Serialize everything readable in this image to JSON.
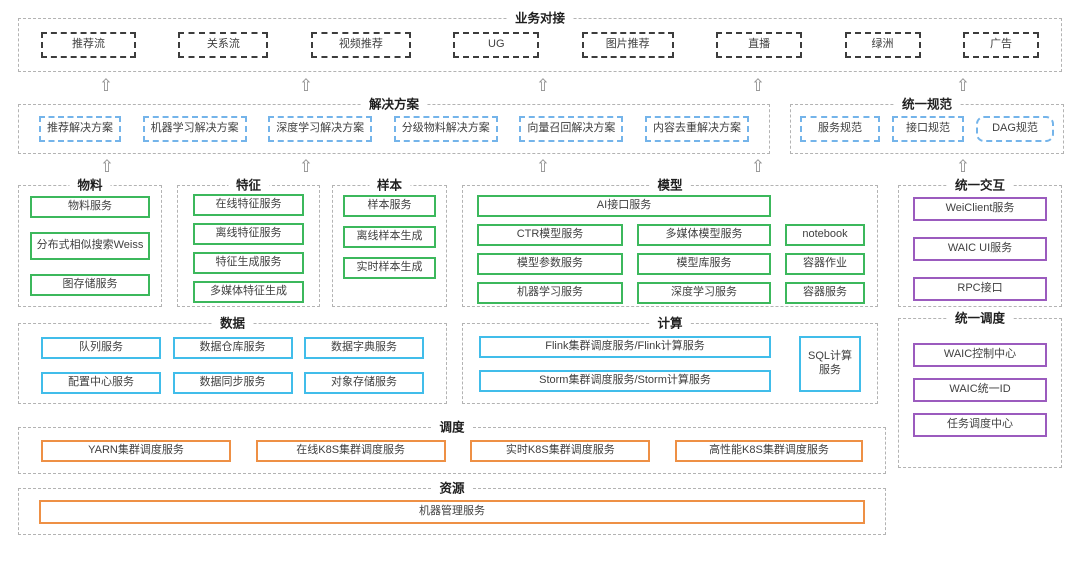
{
  "icons": {
    "up_arrow": "⇧"
  },
  "colors": {
    "green": "#3cb85c",
    "blue": "#41bdea",
    "purple": "#9b5bbe",
    "orange": "#ee9045",
    "blue_dashed": "#74b4ea",
    "dark_dashed": "#3d3d3d",
    "container_dashed": "#b3b3b3"
  },
  "layers": {
    "biz": {
      "label": "业务对接",
      "items": [
        "推荐流",
        "关系流",
        "视频推荐",
        "UG",
        "图片推荐",
        "直播",
        "绿洲",
        "广告"
      ]
    },
    "solutions": {
      "label": "解决方案",
      "items": [
        "推荐解决方案",
        "机器学习解决方案",
        "深度学习解决方案",
        "分级物料解决方案",
        "向量召回解决方案",
        "内容去重解决方案"
      ]
    },
    "spec": {
      "label": "统一规范",
      "items": [
        "服务规范",
        "接口规范",
        "DAG规范"
      ]
    },
    "material": {
      "label": "物料",
      "items": [
        "物料服务",
        "分布式相似搜索Weiss",
        "图存储服务"
      ]
    },
    "feature": {
      "label": "特征",
      "items": [
        "在线特征服务",
        "离线特征服务",
        "特征生成服务",
        "多媒体特征生成"
      ]
    },
    "sample": {
      "label": "样本",
      "items": [
        "样本服务",
        "离线样本生成",
        "实时样本生成"
      ]
    },
    "model": {
      "label": "模型",
      "items": [
        "AI接口服务",
        "CTR模型服务",
        "多媒体模型服务",
        "notebook",
        "模型参数服务",
        "模型库服务",
        "容器作业",
        "机器学习服务",
        "深度学习服务",
        "容器服务"
      ]
    },
    "interact": {
      "label": "统一交互",
      "items": [
        "WeiClient服务",
        "WAIC UI服务",
        "RPC接口"
      ]
    },
    "data": {
      "label": "数据",
      "items": [
        "队列服务",
        "数据仓库服务",
        "数据字典服务",
        "配置中心服务",
        "数据同步服务",
        "对象存储服务"
      ]
    },
    "compute": {
      "label": "计算",
      "items": [
        "Flink集群调度服务/Flink计算服务",
        "Storm集群调度服务/Storm计算服务",
        "SQL计算服务"
      ]
    },
    "sched_unified": {
      "label": "统一调度",
      "items": [
        "WAIC控制中心",
        "WAIC统一ID",
        "任务调度中心"
      ]
    },
    "sched": {
      "label": "调度",
      "items": [
        "YARN集群调度服务",
        "在线K8S集群调度服务",
        "实时K8S集群调度服务",
        "高性能K8S集群调度服务"
      ]
    },
    "resource": {
      "label": "资源",
      "items": [
        "机器管理服务"
      ]
    }
  }
}
